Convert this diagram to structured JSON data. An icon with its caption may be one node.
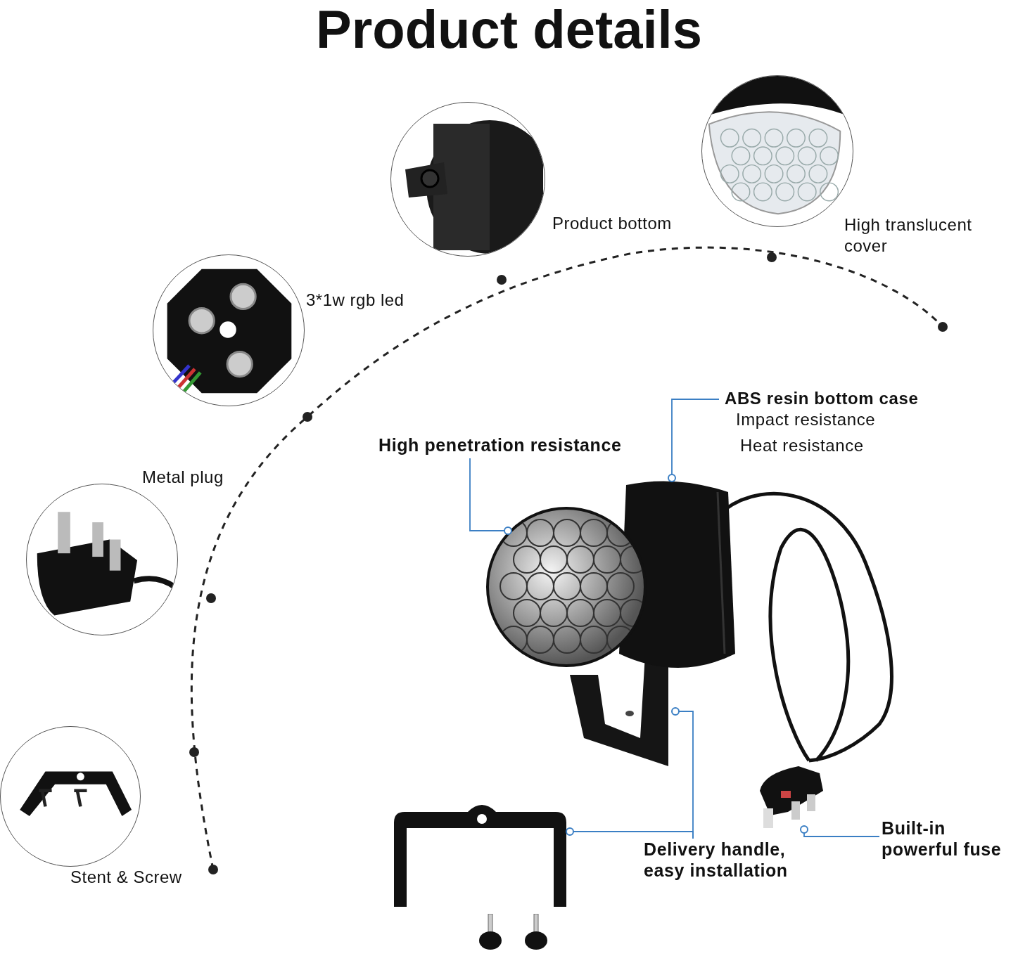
{
  "diagram": {
    "title": "Product details",
    "nodes": [
      {
        "text": [],
        "shape": "picture",
        "beside": [
          "Product bottom"
        ]
      },
      {
        "text": [],
        "shape": "picture",
        "beside": [
          "High translucent cover"
        ]
      },
      {
        "text": [],
        "shape": "picture",
        "beside": [
          "3*1w rgb led"
        ]
      },
      {
        "text": [],
        "shape": "picture",
        "beside": [
          "Metal plug"
        ]
      },
      {
        "text": [],
        "shape": "picture",
        "beside": [
          "Stent & Screw"
        ]
      },
      {
        "text": [
          "High penetration resistance"
        ]
      },
      {
        "text": [
          "ABS resin bottom case",
          "Impact resistance",
          "Heat resistance"
        ]
      },
      {
        "text": [
          "Delivery handle, easy installation"
        ]
      },
      {
        "text": [
          "Built-in powerful fuse"
        ]
      },
      {
        "text": [],
        "shape": "picture"
      },
      {
        "text": [],
        "shape": "picture"
      },
      {
        "text": [],
        "shape": "picture"
      },
      {
        "text": [],
        "shape": "picture"
      },
      {
        "text": [],
        "shape": "picture"
      }
    ],
    "edges": [
      {
        "from": 5,
        "to": 9,
        "arrow": "other"
      },
      {
        "from": 6,
        "to": 10,
        "arrow": "other"
      },
      {
        "from": 7,
        "to": 11,
        "arrow": "other"
      },
      {
        "from": 7,
        "to": 12,
        "arrow": "other"
      },
      {
        "from": 8,
        "to": 13,
        "arrow": "other"
      }
    ]
  }
}
